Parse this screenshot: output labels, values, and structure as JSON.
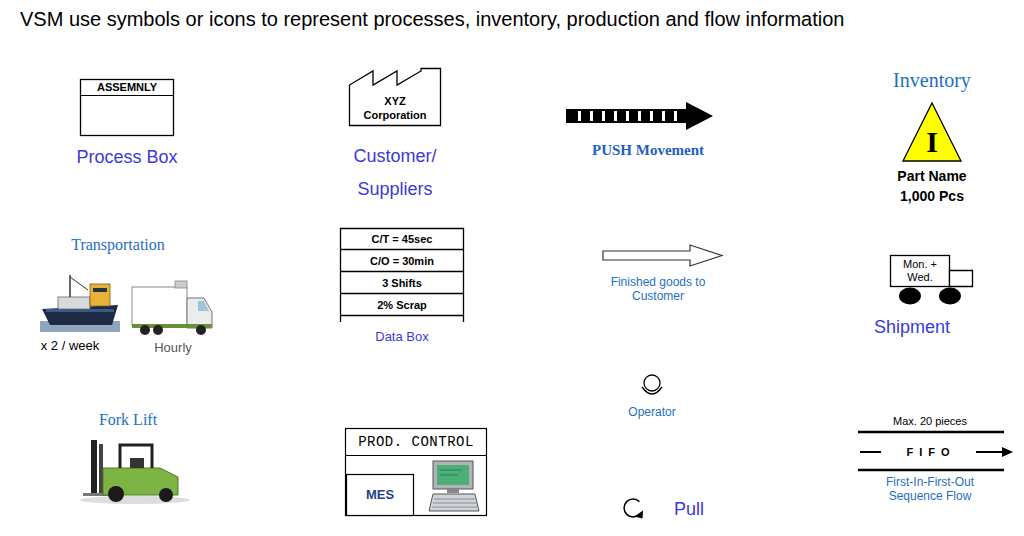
{
  "diagram": {
    "title": "VSM use symbols or icons to represent processes, inventory, production and flow information",
    "nodes": [
      {
        "text": [
          "ASSEMNLY",
          "Process Box"
        ]
      },
      {
        "text": [
          "XYZ Corporation",
          "Customer/ Suppliers"
        ]
      },
      {
        "text": [
          "Inventory",
          "I",
          "Part Name 1,000 Pcs"
        ]
      },
      {
        "text": [
          "C/T = 45sec",
          "C/O = 30min",
          "3 Shifts",
          "2% Scrap",
          "Data Box"
        ]
      },
      {
        "text": [
          "Mon. + Wed.",
          "Shipment"
        ]
      },
      {
        "text": [
          "PROD. CONTROL"
        ]
      },
      {
        "text": [
          "MES"
        ],
        "in": 5
      }
    ],
    "labels": [
      "PUSH Movement",
      "Transportation",
      "x 2 / week",
      "Hourly",
      "Finished goods to Customer",
      "Operator",
      "Fork Lift",
      "Max. 20 pieces",
      "FIFO",
      "First-In-First-Out Sequence Flow",
      "Pull"
    ]
  }
}
